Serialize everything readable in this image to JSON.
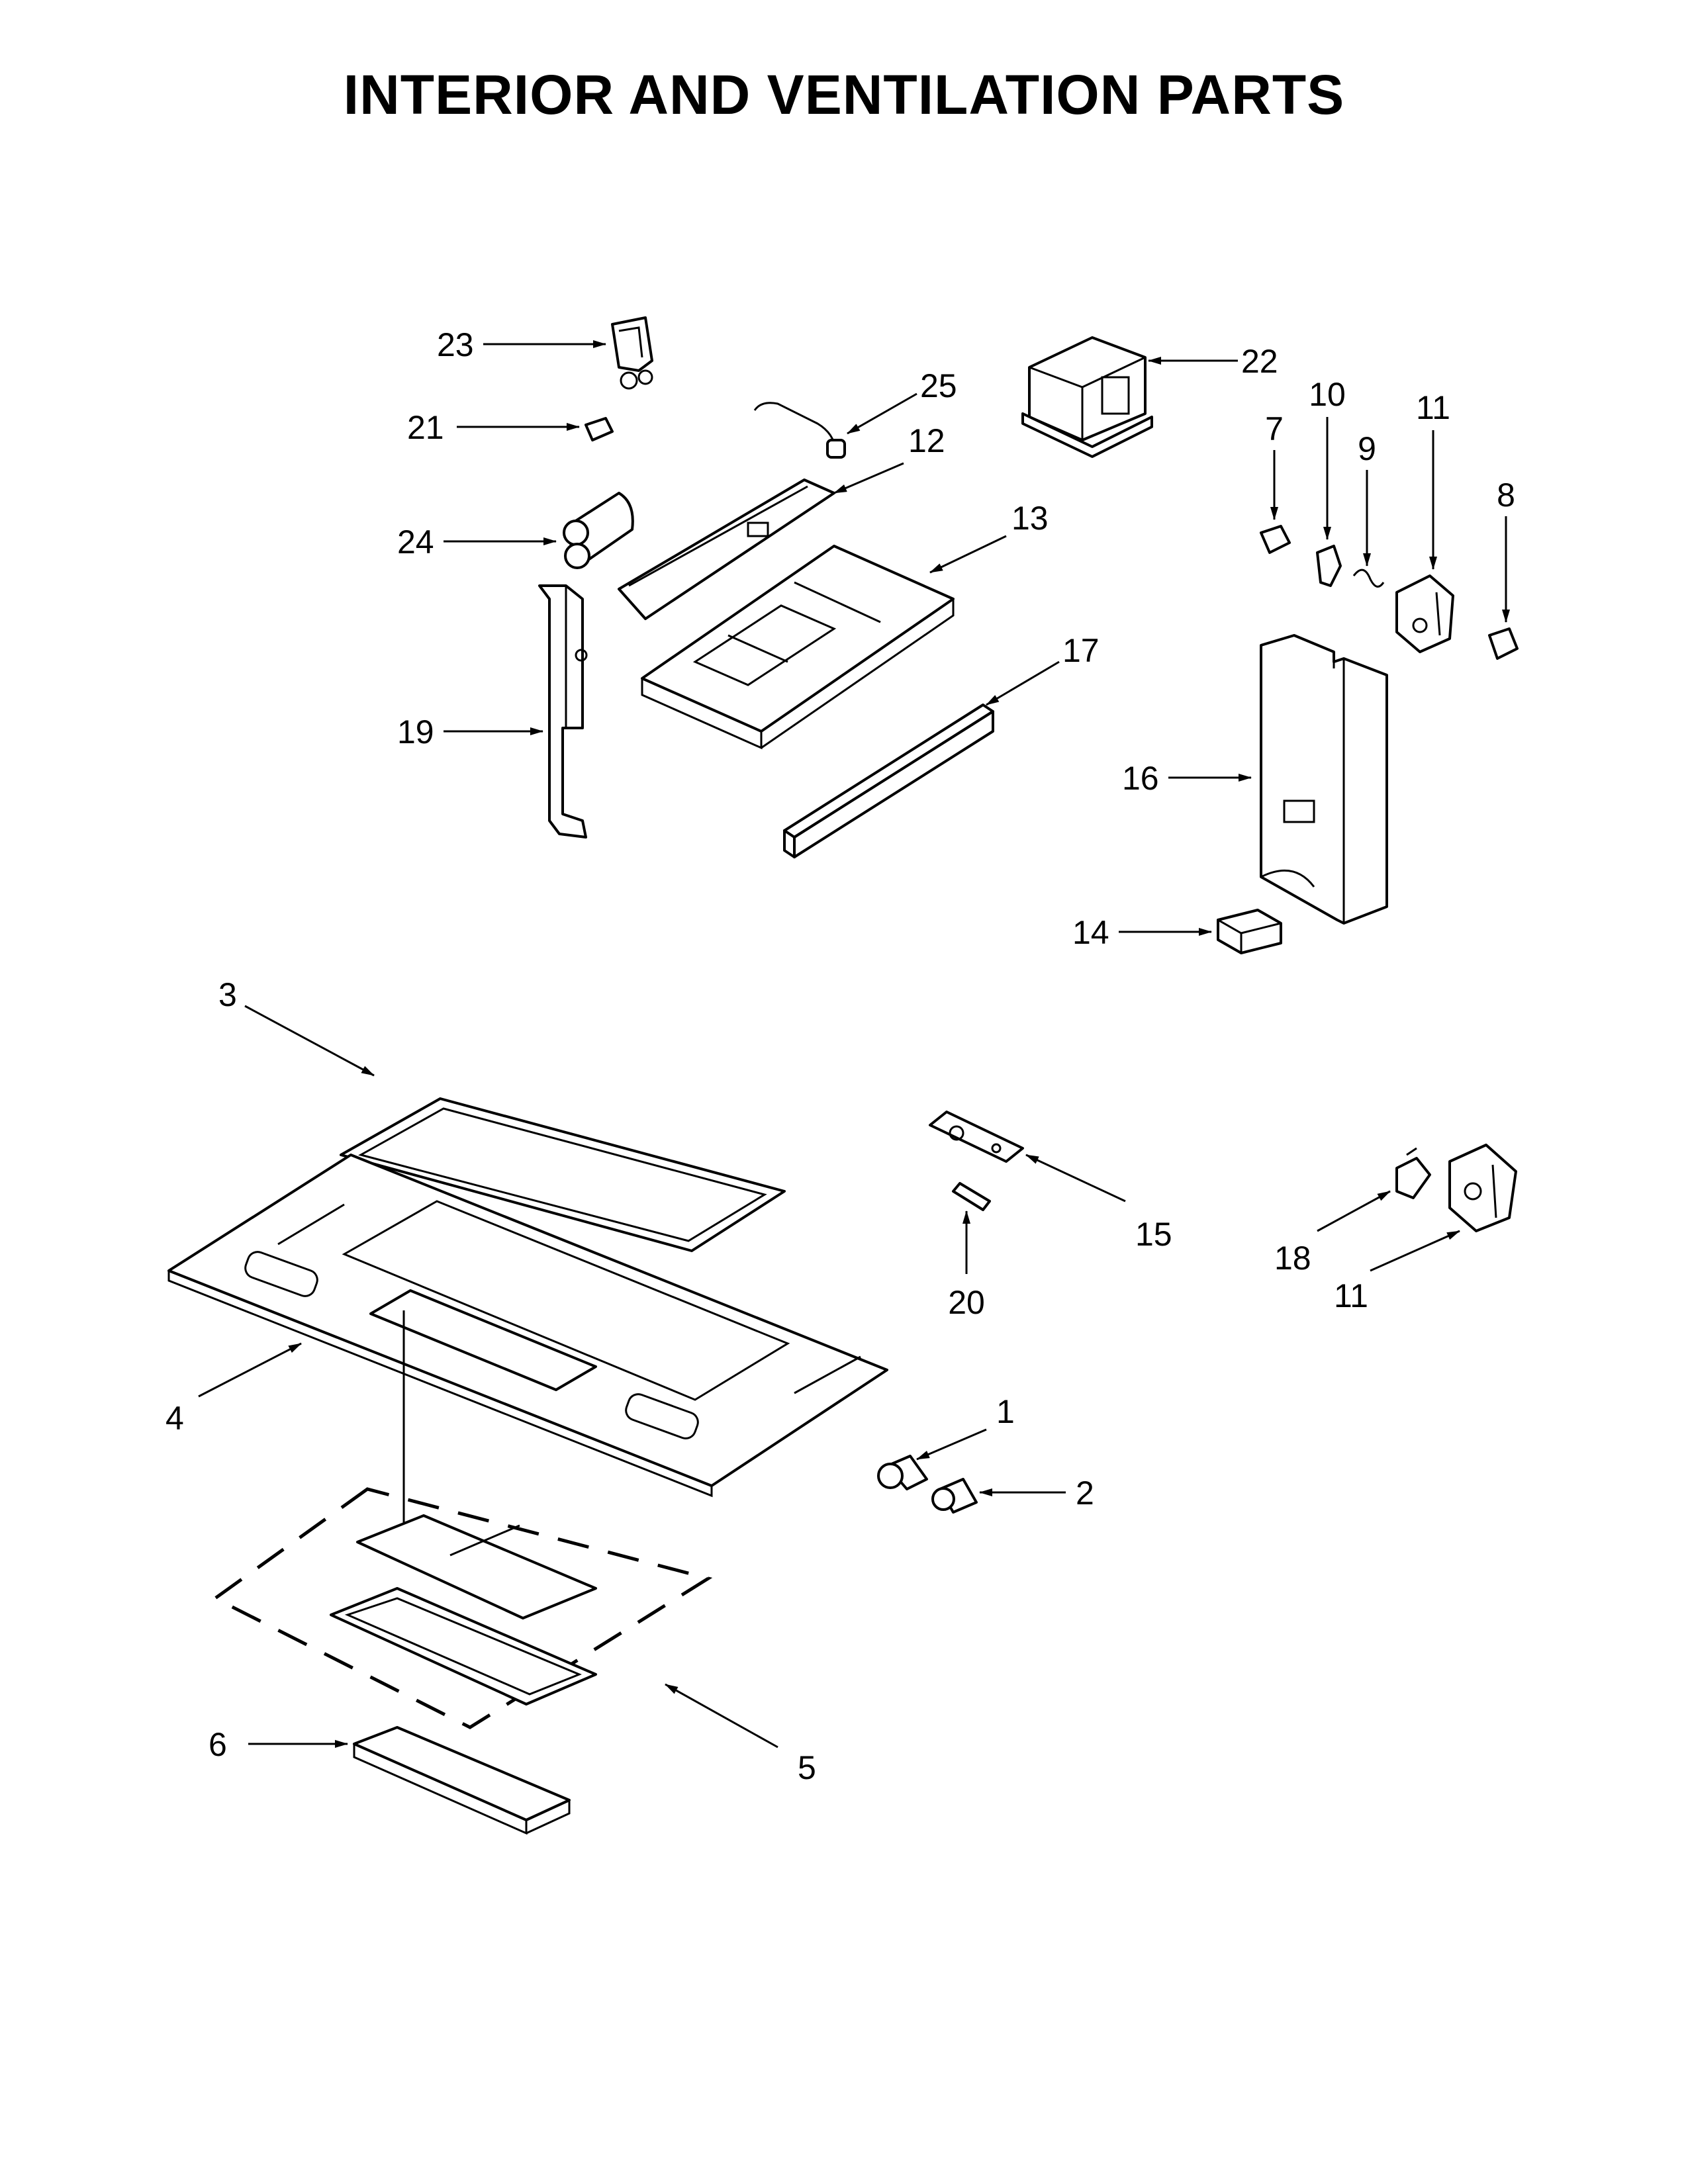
{
  "title": "INTERIOR AND VENTILATION PARTS",
  "callouts": [
    {
      "id": "c23",
      "label": "23"
    },
    {
      "id": "c21",
      "label": "21"
    },
    {
      "id": "c24",
      "label": "24"
    },
    {
      "id": "c19",
      "label": "19"
    },
    {
      "id": "c25",
      "label": "25"
    },
    {
      "id": "c12",
      "label": "12"
    },
    {
      "id": "c13",
      "label": "13"
    },
    {
      "id": "c17",
      "label": "17"
    },
    {
      "id": "c22",
      "label": "22"
    },
    {
      "id": "c7",
      "label": "7"
    },
    {
      "id": "c10",
      "label": "10"
    },
    {
      "id": "c9",
      "label": "9"
    },
    {
      "id": "c11a",
      "label": "11"
    },
    {
      "id": "c8",
      "label": "8"
    },
    {
      "id": "c16",
      "label": "16"
    },
    {
      "id": "c14",
      "label": "14"
    },
    {
      "id": "c3",
      "label": "3"
    },
    {
      "id": "c4",
      "label": "4"
    },
    {
      "id": "c15",
      "label": "15"
    },
    {
      "id": "c20",
      "label": "20"
    },
    {
      "id": "c18",
      "label": "18"
    },
    {
      "id": "c11b",
      "label": "11"
    },
    {
      "id": "c1",
      "label": "1"
    },
    {
      "id": "c2",
      "label": "2"
    },
    {
      "id": "c6",
      "label": "6"
    },
    {
      "id": "c5",
      "label": "5"
    }
  ]
}
